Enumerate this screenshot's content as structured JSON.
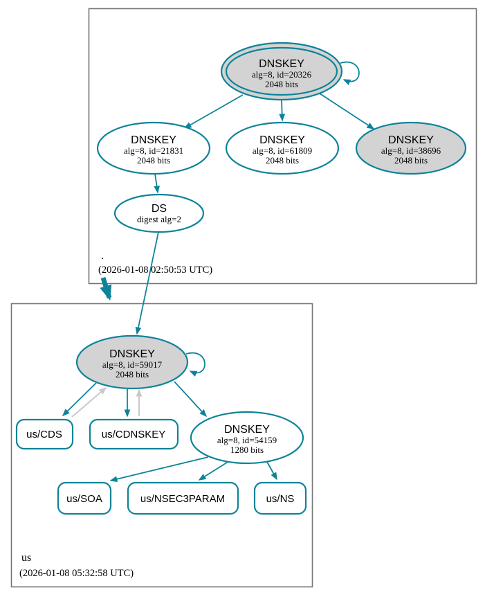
{
  "diagram_type": "dnssec-authentication-graph",
  "colors": {
    "edge_accent": "#0d8399",
    "edge_secondary": "#c9c9c9",
    "node_fill_highlight": "#d3d3d3",
    "node_fill_default": "#ffffff",
    "zone_box_border": "#757575"
  },
  "zones": {
    "root": {
      "label": ".",
      "timestamp": "(2026-01-08 02:50:53 UTC)"
    },
    "us": {
      "label": "us",
      "timestamp": "(2026-01-08 05:32:58 UTC)"
    }
  },
  "nodes": {
    "ksk_root": {
      "title": "DNSKEY",
      "detail1": "alg=8, id=20326",
      "detail2": "2048 bits"
    },
    "zsk_21831": {
      "title": "DNSKEY",
      "detail1": "alg=8, id=21831",
      "detail2": "2048 bits"
    },
    "zsk_61809": {
      "title": "DNSKEY",
      "detail1": "alg=8, id=61809",
      "detail2": "2048 bits"
    },
    "key_38696": {
      "title": "DNSKEY",
      "detail1": "alg=8, id=38696",
      "detail2": "2048 bits"
    },
    "ds_root": {
      "title": "DS",
      "detail1": "digest alg=2"
    },
    "ksk_us": {
      "title": "DNSKEY",
      "detail1": "alg=8, id=59017",
      "detail2": "2048 bits"
    },
    "zsk_us": {
      "title": "DNSKEY",
      "detail1": "alg=8, id=54159",
      "detail2": "1280 bits"
    },
    "rrset_cds": {
      "label": "us/CDS"
    },
    "rrset_cdnskey": {
      "label": "us/CDNSKEY"
    },
    "rrset_soa": {
      "label": "us/SOA"
    },
    "rrset_nsec3param": {
      "label": "us/NSEC3PARAM"
    },
    "rrset_ns": {
      "label": "us/NS"
    }
  }
}
